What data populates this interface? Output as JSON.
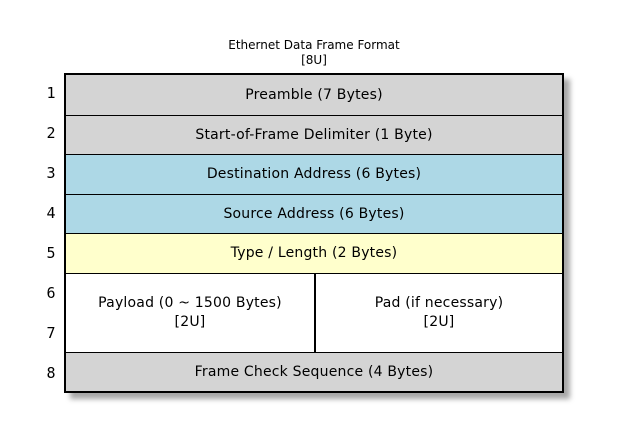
{
  "title": {
    "line1": "Ethernet Data Frame Format",
    "line2": "[8U]"
  },
  "row_numbers": [
    "1",
    "2",
    "3",
    "4",
    "5",
    "6",
    "7",
    "8"
  ],
  "diagram": {
    "rows": [
      {
        "label": "Preamble (7 Bytes)",
        "color": "#d4d4d4"
      },
      {
        "label": "Start-of-Frame Delimiter (1 Byte)",
        "color": "#d4d4d4"
      },
      {
        "label": "Destination Address (6 Bytes)",
        "color": "#add8e6"
      },
      {
        "label": "Source Address (6 Bytes)",
        "color": "#add8e6"
      },
      {
        "label": "Type / Length (2 Bytes)",
        "color": "#ffffcc"
      },
      {
        "color": "#ffffff",
        "split": [
          {
            "label": "Payload (0 ~ 1500 Bytes)",
            "sub": "[2U]"
          },
          {
            "label": "Pad (if necessary)",
            "sub": "[2U]"
          }
        ]
      },
      {
        "label": "Frame Check Sequence (4 Bytes)",
        "color": "#d4d4d4"
      }
    ],
    "colors": {
      "gray": "#d4d4d4",
      "blue": "#add8e6",
      "yellow": "#ffffcc",
      "white": "#ffffff",
      "border": "#000000"
    }
  }
}
